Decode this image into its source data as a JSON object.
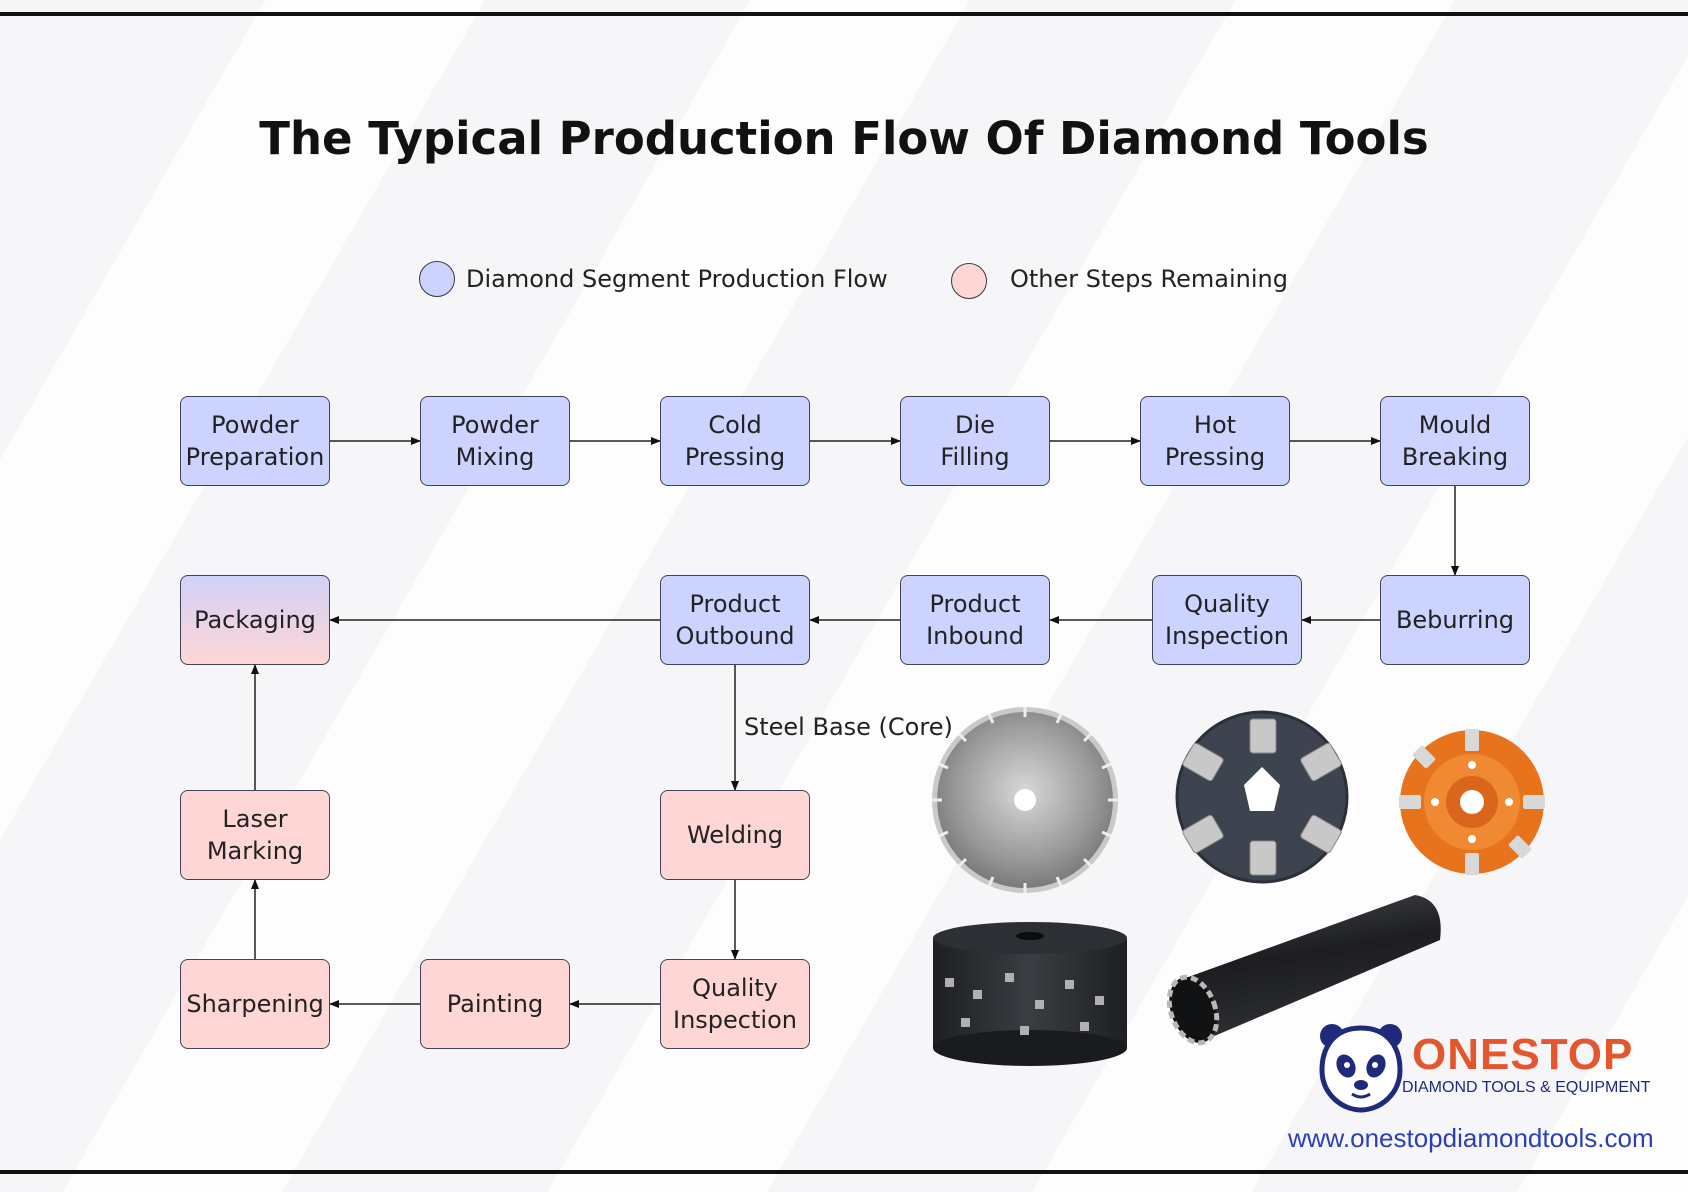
{
  "title": "The Typical Production Flow Of Diamond Tools",
  "legend": [
    {
      "label": "Diamond Segment Production Flow",
      "color": "#ccd3ff"
    },
    {
      "label": "Other Steps Remaining",
      "color": "#ffd6d6"
    }
  ],
  "nodes": {
    "powder_preparation": "Powder\nPreparation",
    "powder_mixing": "Powder\nMixing",
    "cold_pressing": "Cold\nPressing",
    "die_filling": "Die\nFilling",
    "hot_pressing": "Hot\nPressing",
    "mould_breaking": "Mould\nBreaking",
    "beburring": "Beburring",
    "quality_inspection_1": "Quality\nInspection",
    "product_inbound": "Product\nInbound",
    "product_outbound": "Product\nOutbound",
    "packaging": "Packaging",
    "welding": "Welding",
    "quality_inspection_2": "Quality\nInspection",
    "painting": "Painting",
    "sharpening": "Sharpening",
    "laser_marking": "Laser\nMarking"
  },
  "edge_label": "Steel Base (Core)",
  "logo": {
    "name": "ONESTOP",
    "tagline": "DIAMOND TOOLS & EQUIPMENT",
    "website": "www.onestopdiamondtools.com"
  },
  "colors": {
    "segment_flow": "#ccd3ff",
    "other_steps": "#ffd6d6",
    "brand_orange": "#e4572e",
    "brand_blue": "#1f2a7a"
  },
  "photos": [
    "saw-blade",
    "rotary-segment-disc",
    "orange-cup-wheel",
    "milling-drum",
    "core-drill-bit"
  ]
}
